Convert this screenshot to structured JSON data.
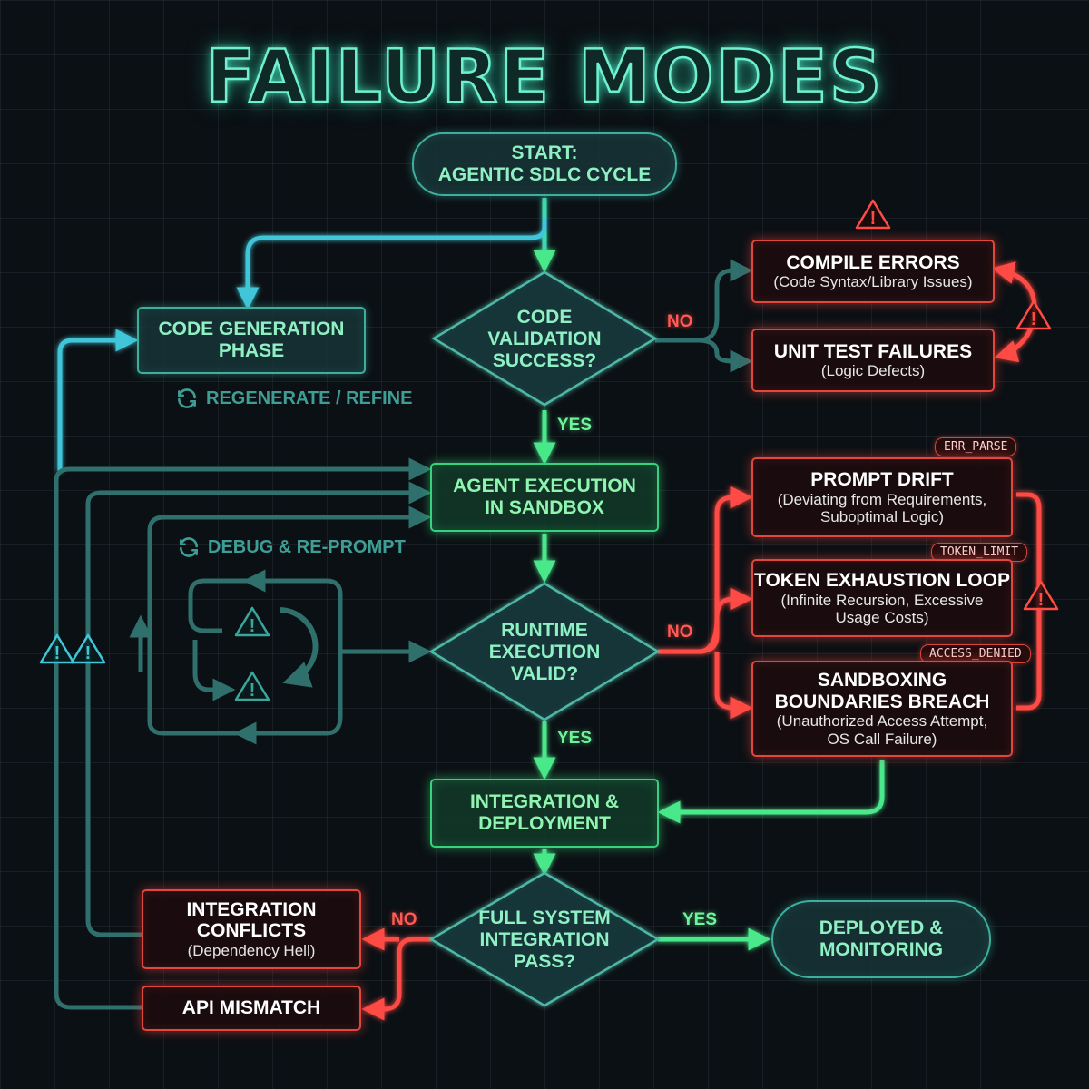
{
  "title": "FAILURE MODES",
  "nodes": {
    "start": {
      "line1": "START:",
      "line2": "AGENTIC SDLC CYCLE"
    },
    "code_generation": {
      "line1": "CODE GENERATION",
      "line2": "PHASE"
    },
    "code_validation": {
      "line1": "CODE",
      "line2": "VALIDATION",
      "line3": "SUCCESS?"
    },
    "agent_execution": {
      "line1": "AGENT EXECUTION",
      "line2": "IN SANDBOX"
    },
    "runtime_execution": {
      "line1": "RUNTIME",
      "line2": "EXECUTION",
      "line3": "VALID?"
    },
    "integration_deployment": {
      "line1": "INTEGRATION &",
      "line2": "DEPLOYMENT"
    },
    "full_system": {
      "line1": "FULL SYSTEM",
      "line2": "INTEGRATION",
      "line3": "PASS?"
    },
    "deployed": {
      "line1": "DEPLOYED &",
      "line2": "MONITORING"
    }
  },
  "failures": {
    "compile_errors": {
      "title": "COMPILE ERRORS",
      "detail": "(Code Syntax/Library Issues)"
    },
    "unit_test_failures": {
      "title": "UNIT TEST FAILURES",
      "detail": "(Logic Defects)"
    },
    "prompt_drift": {
      "title": "PROMPT DRIFT",
      "detail1": "(Deviating from Requirements,",
      "detail2": "Suboptimal Logic)",
      "tag": "ERR_PARSE"
    },
    "token_exhaustion": {
      "title": "TOKEN EXHAUSTION LOOP",
      "detail1": "(Infinite Recursion, Excessive",
      "detail2": "Usage Costs)",
      "tag": "TOKEN_LIMIT"
    },
    "sandboxing_breach": {
      "title1": "SANDBOXING",
      "title2": "BOUNDARIES BREACH",
      "detail1": "(Unauthorized Access Attempt,",
      "detail2": "OS Call Failure)",
      "tag": "ACCESS_DENIED"
    },
    "integration_conflicts": {
      "title1": "INTEGRATION",
      "title2": "CONFLICTS",
      "detail": "(Dependency Hell)"
    },
    "api_mismatch": {
      "title": "API MISMATCH"
    }
  },
  "labels": {
    "no": "NO",
    "yes": "YES",
    "regenerate": "REGENERATE / REFINE",
    "debug": "DEBUG & RE-PROMPT"
  },
  "colors": {
    "teal": "#3fae9d",
    "green": "#38d27c",
    "red": "#e0473f",
    "cyan": "#3fc6d8",
    "background": "#0b1014"
  },
  "icons": [
    "warning-icon",
    "refresh-icon"
  ]
}
